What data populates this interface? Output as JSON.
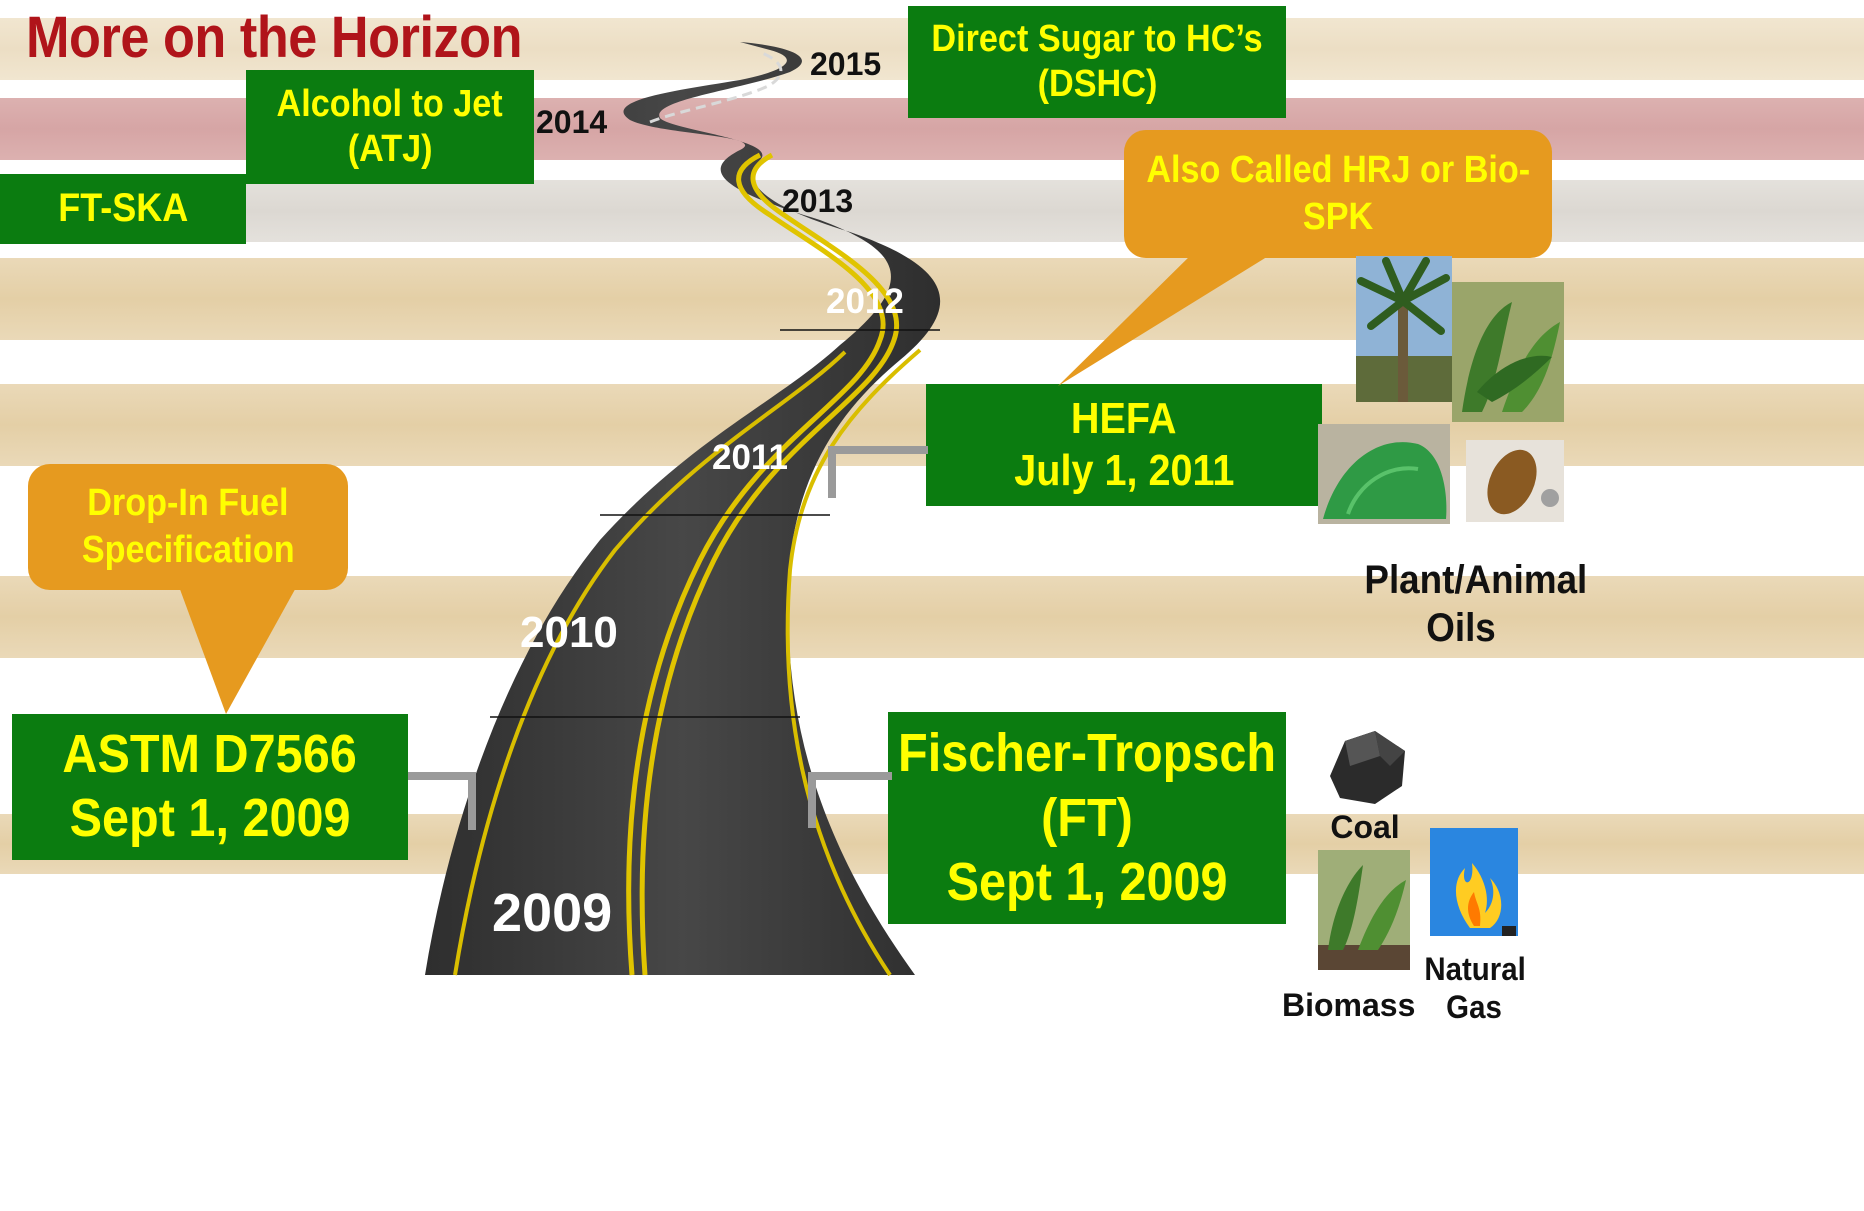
{
  "title": "More on the Horizon",
  "years": {
    "y2015": "2015",
    "y2014": "2014",
    "y2013": "2013",
    "y2012": "2012",
    "y2011": "2011",
    "y2010": "2010",
    "y2009": "2009"
  },
  "boxes": {
    "dshc": [
      "Direct Sugar to HC’s",
      "(DSHC)"
    ],
    "atj": [
      "Alcohol to Jet",
      "(ATJ)"
    ],
    "ftska": [
      "FT-SKA"
    ],
    "hefa": [
      "HEFA",
      "July 1, 2011"
    ],
    "astm": [
      "ASTM D7566",
      "Sept 1, 2009"
    ],
    "ft": [
      "Fischer-Tropsch",
      "(FT)",
      "Sept 1, 2009"
    ]
  },
  "callouts": {
    "hrj": [
      "Also Called HRJ or Bio-",
      "SPK"
    ],
    "dropin": [
      "Drop-In Fuel",
      "Specification"
    ]
  },
  "sources": {
    "plant_oils": [
      "Plant/Animal",
      "Oils"
    ],
    "coal": "Coal",
    "biomass": "Biomass",
    "natural_gas": [
      "Natural",
      "Gas"
    ]
  },
  "colors": {
    "box_green": "#0b7c10",
    "box_text": "#ffff00",
    "callout_orange": "#e69a1f",
    "title_red": "#b0141a",
    "road": "#3a3a3a",
    "lane_line": "#e0c400"
  }
}
